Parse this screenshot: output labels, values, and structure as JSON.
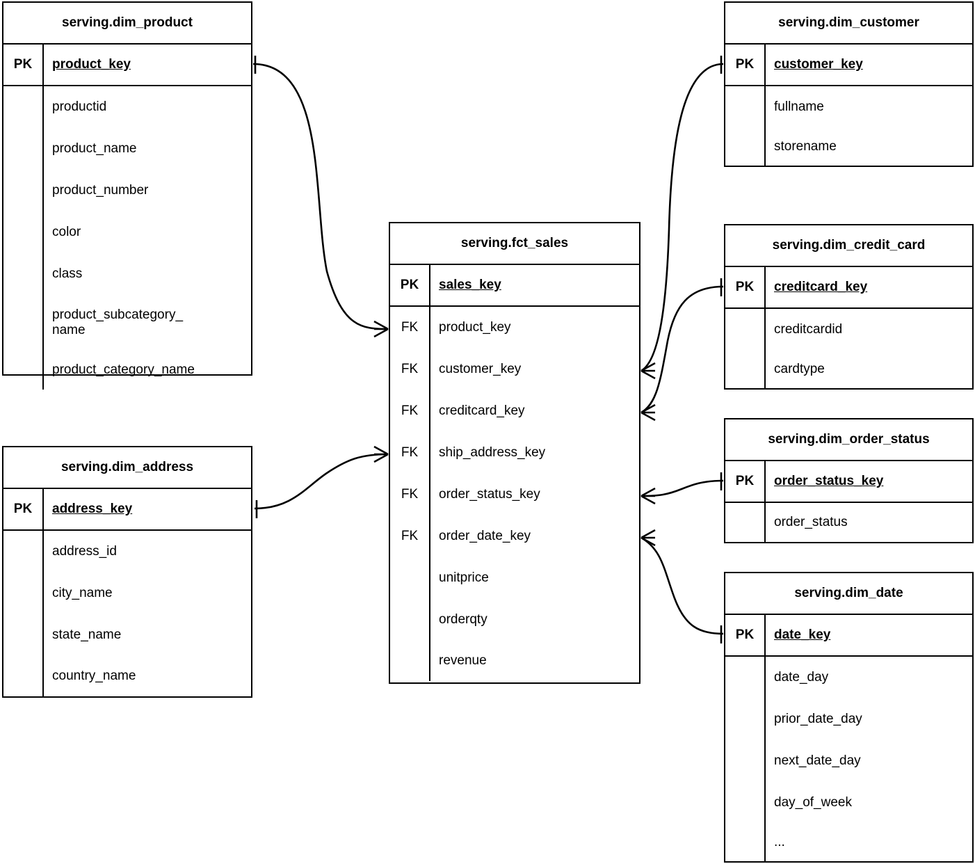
{
  "diagram": {
    "kind": "entity-relationship-diagram",
    "notation": "crow's-foot",
    "background_color": "#ffffff",
    "line_color": "#000000",
    "pk_marker": "PK",
    "fk_marker": "FK"
  },
  "entities": [
    {
      "id": "dim_product",
      "title": "serving.dim_product",
      "primary_key": {
        "marker": "PK",
        "name": "product_key"
      },
      "fields": [
        {
          "marker": "",
          "name": "productid"
        },
        {
          "marker": "",
          "name": "product_name"
        },
        {
          "marker": "",
          "name": "product_number"
        },
        {
          "marker": "",
          "name": "color"
        },
        {
          "marker": "",
          "name": "class"
        },
        {
          "marker": "",
          "name": "product_subcategory_\nname"
        },
        {
          "marker": "",
          "name": "product_category_name"
        }
      ]
    },
    {
      "id": "dim_address",
      "title": "serving.dim_address",
      "primary_key": {
        "marker": "PK",
        "name": "address_key"
      },
      "fields": [
        {
          "marker": "",
          "name": "address_id"
        },
        {
          "marker": "",
          "name": "city_name"
        },
        {
          "marker": "",
          "name": "state_name"
        },
        {
          "marker": "",
          "name": "country_name"
        }
      ]
    },
    {
      "id": "fct_sales",
      "title": "serving.fct_sales",
      "primary_key": {
        "marker": "PK",
        "name": "sales_key"
      },
      "fields": [
        {
          "marker": "FK",
          "name": "product_key"
        },
        {
          "marker": "FK",
          "name": "customer_key"
        },
        {
          "marker": "FK",
          "name": "creditcard_key"
        },
        {
          "marker": "FK",
          "name": "ship_address_key"
        },
        {
          "marker": "FK",
          "name": "order_status_key"
        },
        {
          "marker": "FK",
          "name": "order_date_key"
        },
        {
          "marker": "",
          "name": "unitprice"
        },
        {
          "marker": "",
          "name": "orderqty"
        },
        {
          "marker": "",
          "name": "revenue"
        }
      ]
    },
    {
      "id": "dim_customer",
      "title": "serving.dim_customer",
      "primary_key": {
        "marker": "PK",
        "name": "customer_key"
      },
      "fields": [
        {
          "marker": "",
          "name": "fullname"
        },
        {
          "marker": "",
          "name": "storename"
        }
      ]
    },
    {
      "id": "dim_credit_card",
      "title": "serving.dim_credit_card",
      "primary_key": {
        "marker": "PK",
        "name": "creditcard_key"
      },
      "fields": [
        {
          "marker": "",
          "name": "creditcardid"
        },
        {
          "marker": "",
          "name": "cardtype"
        }
      ]
    },
    {
      "id": "dim_order_status",
      "title": "serving.dim_order_status",
      "primary_key": {
        "marker": "PK",
        "name": "order_status_key"
      },
      "fields": [
        {
          "marker": "",
          "name": "order_status"
        }
      ]
    },
    {
      "id": "dim_date",
      "title": "serving.dim_date",
      "primary_key": {
        "marker": "PK",
        "name": "date_key"
      },
      "fields": [
        {
          "marker": "",
          "name": "date_day"
        },
        {
          "marker": "",
          "name": "prior_date_day"
        },
        {
          "marker": "",
          "name": "next_date_day"
        },
        {
          "marker": "",
          "name": "day_of_week"
        },
        {
          "marker": "",
          "name": "..."
        }
      ]
    }
  ],
  "relationships": [
    {
      "from": "dim_product.product_key",
      "to": "fct_sales.product_key",
      "from_cardinality": "one",
      "to_cardinality": "many"
    },
    {
      "from": "dim_address.address_key",
      "to": "fct_sales.ship_address_key",
      "from_cardinality": "one",
      "to_cardinality": "many"
    },
    {
      "from": "dim_customer.customer_key",
      "to": "fct_sales.customer_key",
      "from_cardinality": "one",
      "to_cardinality": "many"
    },
    {
      "from": "dim_credit_card.creditcard_key",
      "to": "fct_sales.creditcard_key",
      "from_cardinality": "one",
      "to_cardinality": "many"
    },
    {
      "from": "dim_order_status.order_status_key",
      "to": "fct_sales.order_status_key",
      "from_cardinality": "one",
      "to_cardinality": "many"
    },
    {
      "from": "dim_date.date_key",
      "to": "fct_sales.order_date_key",
      "from_cardinality": "one",
      "to_cardinality": "many"
    }
  ]
}
